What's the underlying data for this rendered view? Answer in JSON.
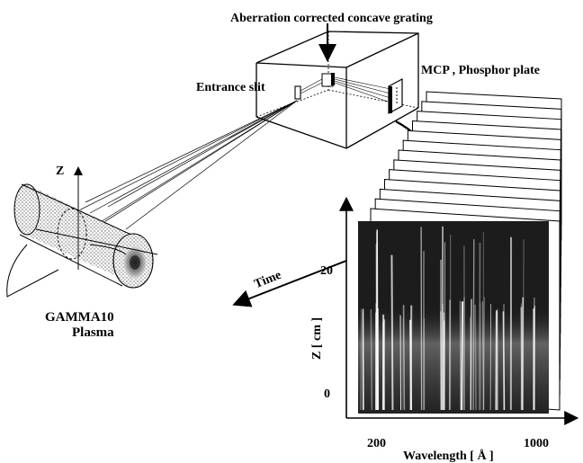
{
  "labels": {
    "grating": "Aberration corrected concave grating",
    "mcp": "MCP , Phosphor plate",
    "entrance_slit": "Entrance slit",
    "z_axis": "Z",
    "device_name": "GAMMA10",
    "device_sub": "Plasma",
    "time": "Time"
  },
  "spectrum_plot": {
    "ylabel": "Z [ cm ]",
    "xlabel": "Wavelength [ Å ]",
    "yticks": [
      "20",
      "0"
    ],
    "xticks": [
      "200",
      "1000"
    ]
  },
  "colors": {
    "ink": "#000000",
    "background": "#ffffff",
    "image_dark": "#1c1c1c"
  }
}
